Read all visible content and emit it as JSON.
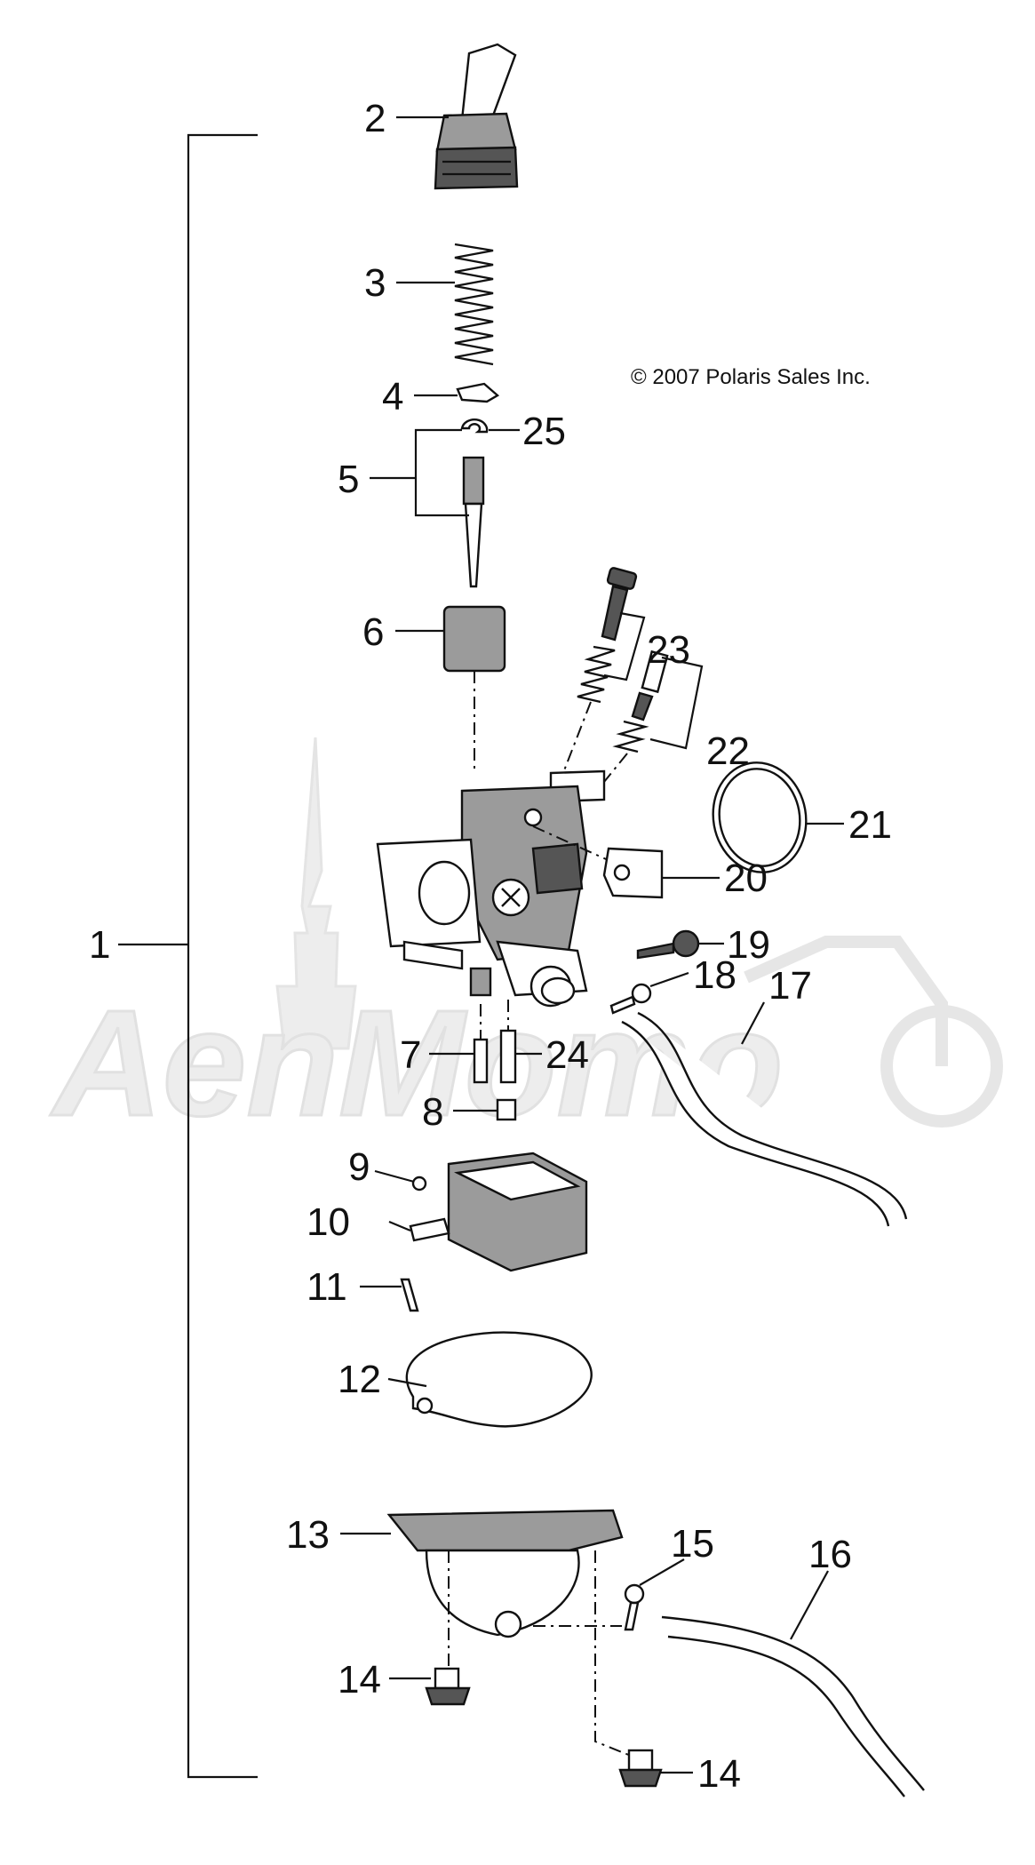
{
  "copyright": "© 2007 Polaris Sales Inc.",
  "watermark": "AenMomo",
  "callouts": [
    "1",
    "2",
    "3",
    "4",
    "25",
    "5",
    "6",
    "23",
    "22",
    "21",
    "20",
    "19",
    "18",
    "17",
    "7",
    "24",
    "8",
    "9",
    "10",
    "11",
    "12",
    "13",
    "15",
    "16",
    "14",
    "14"
  ]
}
